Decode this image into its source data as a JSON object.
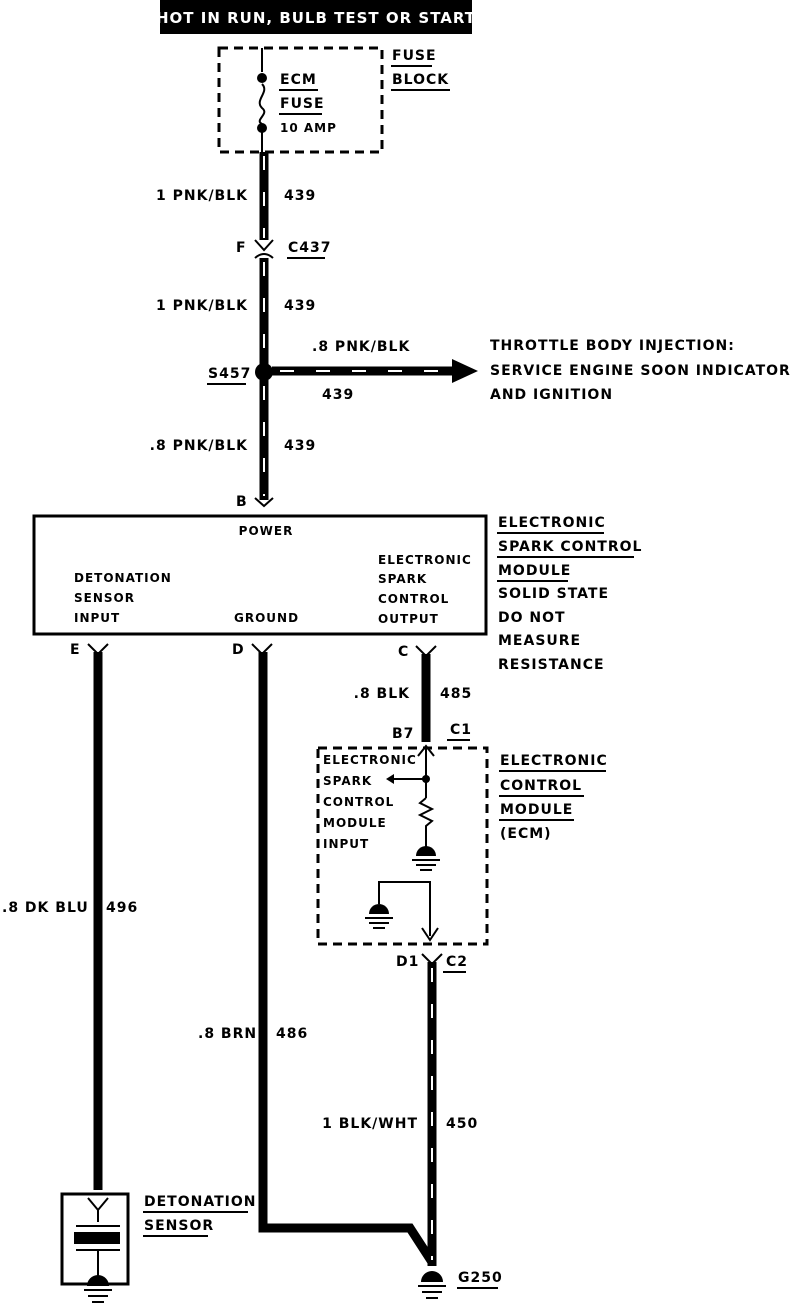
{
  "header": {
    "power_label": "HOT IN RUN, BULB TEST OR START"
  },
  "fuse_block": {
    "title_line1": "FUSE",
    "title_line2": "BLOCK",
    "fuse_line1": "ECM",
    "fuse_line2": "FUSE",
    "rating": "10 AMP"
  },
  "wires": {
    "w1_label": "1 PNK/BLK",
    "w1_circuit": "439",
    "w2_label": "1 PNK/BLK",
    "w2_circuit": "439",
    "branch_label": ".8 PNK/BLK",
    "branch_circuit": "439",
    "w3_label": ".8 PNK/BLK",
    "w3_circuit": "439",
    "det_label": ".8 DK BLU",
    "det_circuit": "496",
    "gnd_label": ".8 BRN",
    "gnd_circuit": "486",
    "esc_label": ".8 BLK",
    "esc_circuit": "485",
    "ecm_gnd_label": "1 BLK/WHT",
    "ecm_gnd_circuit": "450"
  },
  "connectors": {
    "c437_pin": "F",
    "c437": "C437",
    "splice": "S457",
    "power_pin": "B",
    "pin_e": "E",
    "pin_d": "D",
    "pin_c": "C",
    "ecm_pin_b7": "B7",
    "ecm_c1": "C1",
    "ecm_pin_d1": "D1",
    "ecm_c2": "C2",
    "ground": "G250"
  },
  "branch_dest": {
    "line1": "THROTTLE BODY INJECTION:",
    "line2": "SERVICE ENGINE SOON INDICATOR",
    "line3": "AND IGNITION"
  },
  "esc_module": {
    "power": "POWER",
    "det_line1": "DETONATION",
    "det_line2": "SENSOR",
    "det_line3": "INPUT",
    "ground": "GROUND",
    "out_line1": "ELECTRONIC",
    "out_line2": "SPARK",
    "out_line3": "CONTROL",
    "out_line4": "OUTPUT",
    "title_line1": "ELECTRONIC",
    "title_line2": "SPARK CONTROL",
    "title_line3": "MODULE",
    "note_line1": "SOLID STATE",
    "note_line2": "DO NOT",
    "note_line3": "MEASURE",
    "note_line4": "RESISTANCE"
  },
  "ecm": {
    "in_line1": "ELECTRONIC",
    "in_line2": "SPARK",
    "in_line3": "CONTROL",
    "in_line4": "MODULE",
    "in_line5": "INPUT",
    "title_line1": "ELECTRONIC",
    "title_line2": "CONTROL",
    "title_line3": "MODULE",
    "title_line4": "(ECM)"
  },
  "det_sensor": {
    "line1": "DETONATION",
    "line2": "SENSOR"
  }
}
